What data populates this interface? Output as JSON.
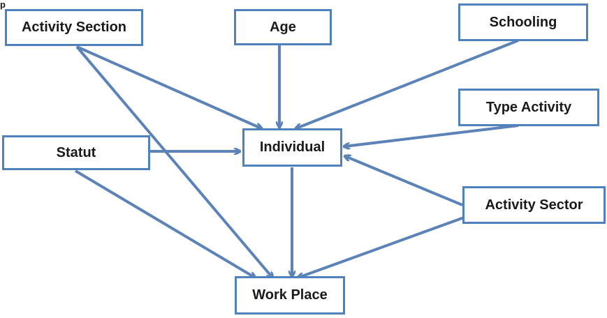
{
  "corner_text": "p",
  "colors": {
    "border": "#4f81bd",
    "arrow": "#5b83b8",
    "text": "#1a1a1a",
    "background": "#ffffff"
  },
  "nodes": {
    "activity_section": "Activity Section",
    "age": "Age",
    "schooling": "Schooling",
    "type_activity": "Type Activity",
    "statut": "Statut",
    "individual": "Individual",
    "activity_sector": "Activity Sector",
    "work_place": "Work Place"
  },
  "edges": [
    {
      "from": "Activity Section",
      "to": "Individual"
    },
    {
      "from": "Activity Section",
      "to": "Work Place"
    },
    {
      "from": "Age",
      "to": "Individual"
    },
    {
      "from": "Schooling",
      "to": "Individual"
    },
    {
      "from": "Type Activity",
      "to": "Individual"
    },
    {
      "from": "Statut",
      "to": "Individual"
    },
    {
      "from": "Statut",
      "to": "Work Place"
    },
    {
      "from": "Activity Sector",
      "to": "Individual"
    },
    {
      "from": "Activity Sector",
      "to": "Work Place"
    },
    {
      "from": "Individual",
      "to": "Work Place"
    }
  ]
}
